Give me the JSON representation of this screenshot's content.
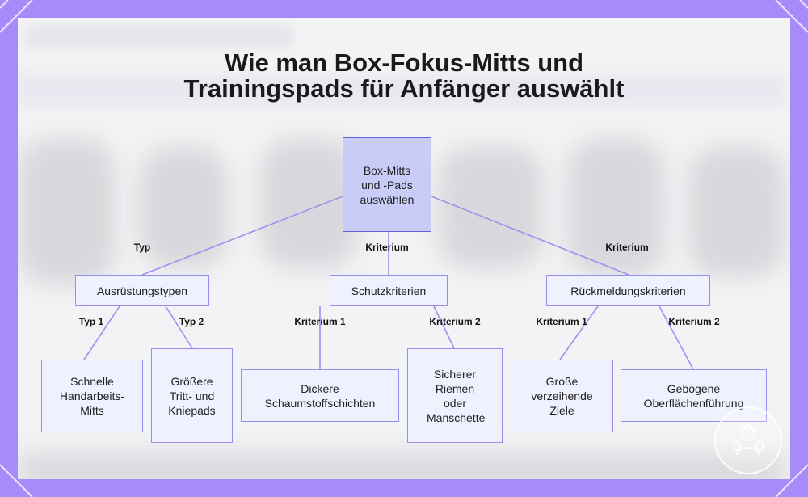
{
  "title_lines": [
    "Wie man Box-Fokus-Mitts und",
    "Trainingspads für Anfänger auswählt"
  ],
  "colors": {
    "frame": "#a78bfa",
    "node_border": "#9d8cf0",
    "node_fill": "#eef1fe",
    "root_fill": "#c9ccf7",
    "edge": "#a08ef0"
  },
  "nodes": {
    "root": "Box-Mitts und -Pads auswählen",
    "ausruestung": "Ausrüstungstypen",
    "schutz": "Schutzkriterien",
    "rueckmeldung": "Rückmeldungskriterien",
    "schnelle": "Schnelle Handarbeits-Mitts",
    "groessere": "Größere Tritt- und Kniepads",
    "dickere": "Dickere Schaumstoffschichten",
    "sicherer": "Sicherer Riemen oder Manschette",
    "grosse": "Große verzeihende Ziele",
    "gebogene": "Gebogene Oberflächenführung"
  },
  "edge_labels": {
    "root_ausruestung": "Typ",
    "root_schutz": "Kriterium",
    "root_rueckmeldung": "Kriterium",
    "aus_schnelle": "Typ 1",
    "aus_groessere": "Typ 2",
    "schutz_dickere": "Kriterium 1",
    "schutz_sicherer": "Kriterium 2",
    "rueck_grosse": "Kriterium 1",
    "rueck_gebogene": "Kriterium 2"
  },
  "badge_icon": "boxing-coach-icon"
}
